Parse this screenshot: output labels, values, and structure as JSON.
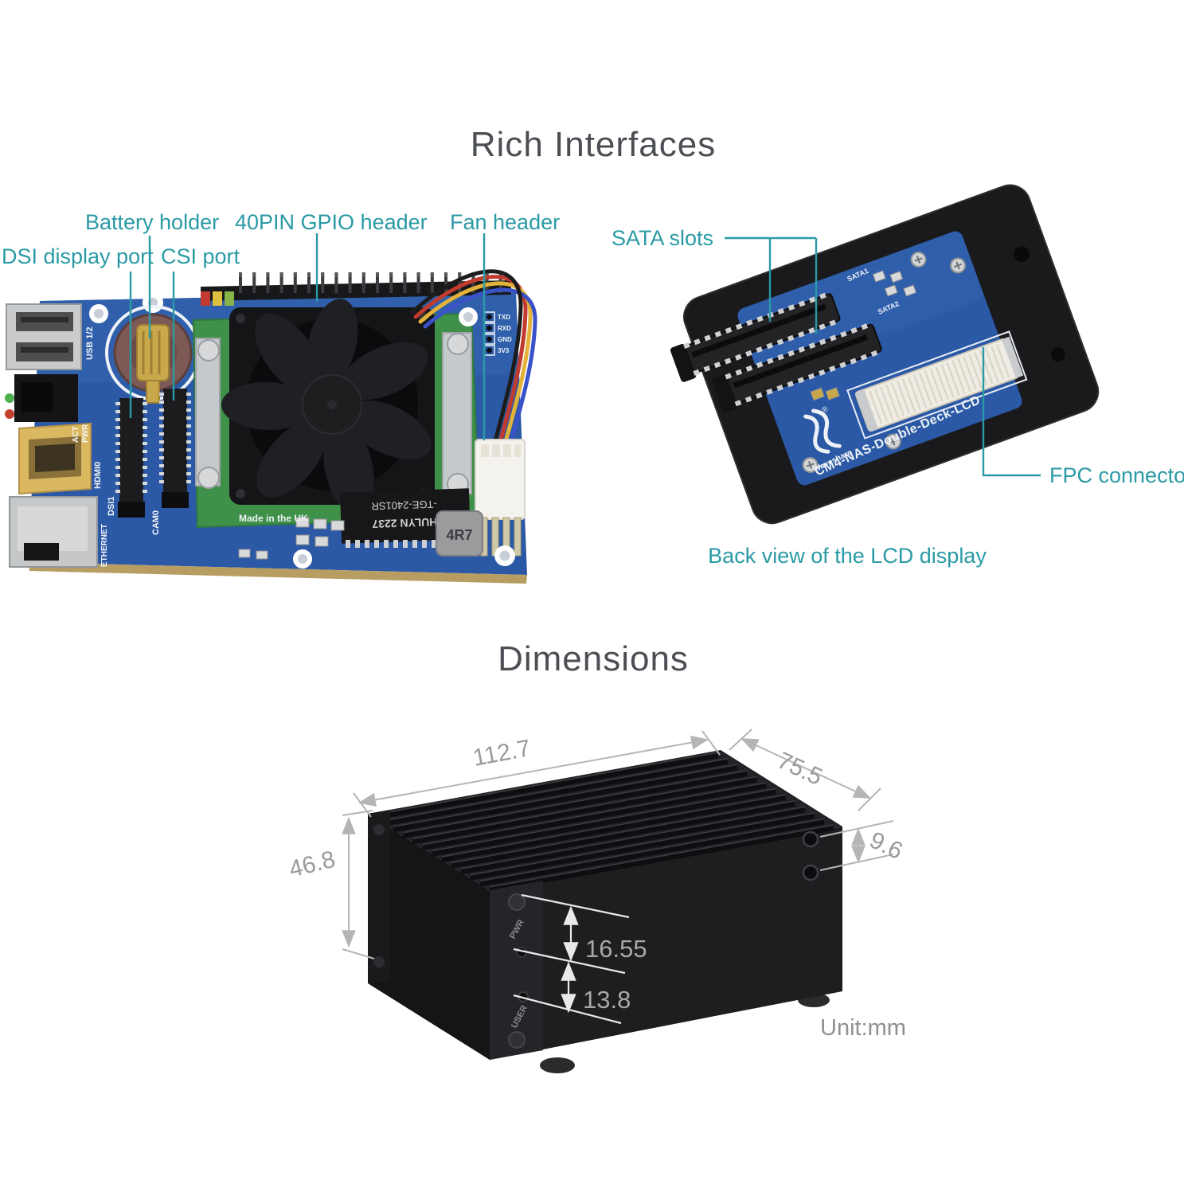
{
  "sections": {
    "rich_interfaces_title": "Rich Interfaces",
    "dimensions_title": "Dimensions",
    "unit_note": "Unit:mm"
  },
  "callouts": {
    "battery_holder": "Battery holder",
    "gpio_header": "40PIN GPIO header",
    "fan_header": "Fan header",
    "dsi_port": "DSI display port",
    "csi_port": "CSI port",
    "sata_slots": "SATA slots",
    "fpc_connector": "FPC connector",
    "lcd_back_caption": "Back view of the LCD display"
  },
  "carrier_board": {
    "silkscreen": {
      "usb": "USB 1/2",
      "act": "ACT",
      "pwr": "PWR",
      "hdmi": "HDMI0",
      "dsi": "DSI1",
      "cam": "CAM0",
      "ethernet": "ETHERNET",
      "made_in": "Made in the UK",
      "chip_line1": "HULYN 2237",
      "chip_line2": "-TGE-2401SR",
      "inductor": "4R7",
      "debug_pins": [
        "TXD",
        "RXD",
        "GND",
        "3V3"
      ]
    }
  },
  "nas_board": {
    "name": "CM4-NAS-Double-Deck-LCD",
    "logo": "Waveshare",
    "reg": "®",
    "sata1": "SATA1",
    "sata2": "SATA2"
  },
  "case": {
    "pwr": "PWR",
    "user": "USER"
  },
  "dimensions_mm": {
    "length": "112.7",
    "depth": "75.5",
    "height": "46.8",
    "screw_gap": "9.6",
    "pwr_offset": "16.55",
    "user_offset": "13.8"
  },
  "colors": {
    "accent": "#2a9aa5",
    "title_gray": "#4b4f54",
    "dimension_gray": "#9b9b9b",
    "pcb_blue": "#2b59a6",
    "pcb_green": "#3f9149",
    "case_black": "#1d1e20"
  }
}
